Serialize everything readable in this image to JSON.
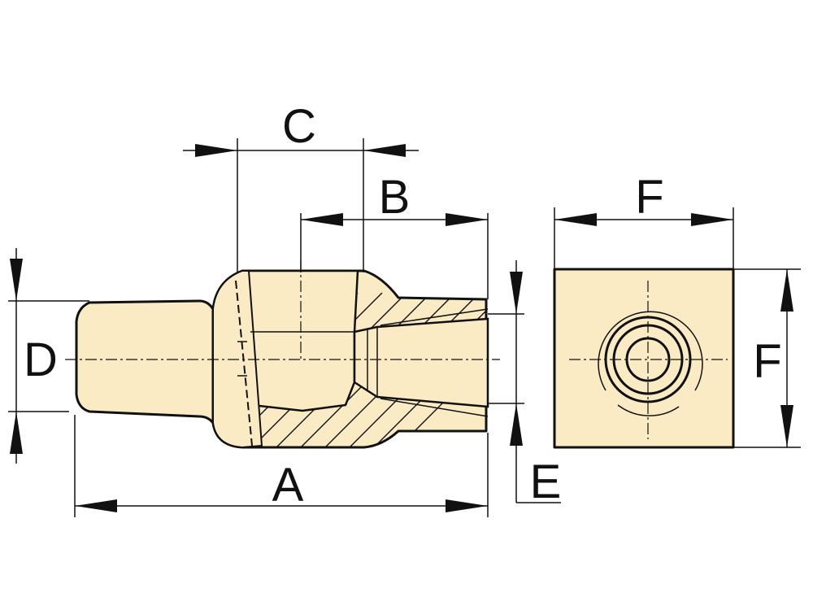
{
  "colors": {
    "body": "#FAEBC4",
    "line": "#111111",
    "background": "#ffffff"
  },
  "labels": {
    "A": "A",
    "B": "B",
    "C": "C",
    "D": "D",
    "E": "E",
    "F_top": "F",
    "F_side": "F"
  }
}
